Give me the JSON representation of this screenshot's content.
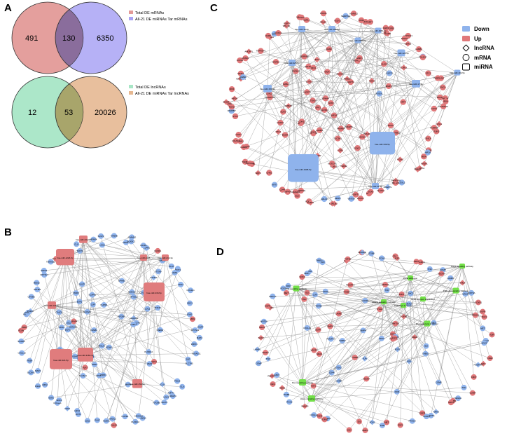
{
  "panels": {
    "a": "A",
    "b": "B",
    "c": "C",
    "d": "D"
  },
  "venn_mrna": {
    "left_only": "491",
    "overlap": "130",
    "right_only": "6350",
    "legend_left": "Total DE mRNAs",
    "legend_right": "All-21 DE miRNAs Tar mRNAs",
    "color_left": "#e39a98",
    "color_right": "#a9a3f4"
  },
  "venn_lncrna": {
    "left_only": "12",
    "overlap": "53",
    "right_only": "20026",
    "legend_left": "Total DE lncRNAs",
    "legend_right": "All-21 DE miRNAs Tar lncRNAs",
    "color_left": "#a8e6c6",
    "color_right": "#e6b892"
  },
  "legend_c": {
    "down": "Down",
    "up": "Up",
    "lncrna": "lncRNA",
    "mrna": "mRNA",
    "mirna": "miRNA",
    "down_color": "#8fb3ec",
    "up_color": "#e0787a"
  },
  "network_b": {
    "mirnas": [
      "hsa-miR-1226-5p",
      "hsa-miR-432-5p",
      "hsa-miR-218-5p",
      "hsa-miR-4488",
      "hsa-miR-210-3p",
      "hsa-miR-421-5p",
      "hsa-miR-3184-3p",
      "hsa-miR-129-5p",
      "hsa-miR-154-5p"
    ],
    "genes": [
      "DPYSL3",
      "WIPF1",
      "TBXAS11",
      "JUP",
      "SLC7A5",
      "POLM",
      "CLU",
      "TUFT1",
      "MFAP4",
      "SULT2",
      "LOC1",
      "KIF26B",
      "CDKN1",
      "ADAM10",
      "PLXDC2",
      "NUPR1",
      "CALD1",
      "SMOC2",
      "KCNK1",
      "PLAT",
      "LOC2",
      "DOT1",
      "HES1",
      "CPA4",
      "COL1A1",
      "SDC1",
      "EVA1",
      "LBX2",
      "GSAP",
      "MAP4",
      "SLC6A1",
      "PDE4",
      "CXCL12",
      "SCARB",
      "ITGAV",
      "PRR5",
      "FAM81",
      "STON2",
      "ZNF46",
      "CPXM2",
      "EPHB3",
      "MEIS2"
    ]
  },
  "network_c": {
    "mirnas": [
      "hsa-miR-19-5p",
      "hsa-miR-18a-5p",
      "hsa-miR-196b-5p",
      "hsa-miR-196b-3p",
      "hsa-miR-122-5p",
      "hsa-miR-17-5p",
      "hsa-miR-182-5p",
      "hsa-miR-625-5p",
      "hsa-miR-150-5p",
      "hsa-miR-1908-5p",
      "hsa-miR-339-5p",
      "hsa-miR-25-3p"
    ],
    "genes": [
      "GLIS1",
      "STC1",
      "PARPBP",
      "PLIN2",
      "SNCA",
      "BCOR",
      "HIF1A",
      "IRX4",
      "ADAMTS1",
      "NR2F1",
      "RAB20",
      "LOXL2",
      "MKNK2",
      "TNFRSF6",
      "ANGPTL",
      "SLC5A1",
      "DAB2",
      "SOX9",
      "FOXC1",
      "WNT5A",
      "GSPT2",
      "MMP1",
      "ITGA2",
      "IL1RL1",
      "ARL4C",
      "PODXL",
      "FGFR1",
      "ELN",
      "SERPINE",
      "ADAM12",
      "ZNF404",
      "CD44",
      "KRT7",
      "CHN1",
      "SPP1",
      "LGR5",
      "TGFB2",
      "NOTCH3",
      "EPHA4",
      "CDH11",
      "LAMB1",
      "COL5A1"
    ]
  },
  "network_d": {
    "pathways": [
      "Wnt signaling pathway",
      "Focal adhesion",
      "ECM-receptor interaction",
      "PI3K-Akt signaling pathway",
      "Proteoglycans in cancer",
      "Pathways in cancer",
      "MAPK signaling pathway",
      "Rap1 signaling pathway",
      "Ras signaling pathway",
      "Hippo signaling pathway"
    ],
    "genes": [
      "ITGA2",
      "CDH2",
      "IGF1",
      "PDGFRA",
      "FZD7",
      "TNC",
      "COMP",
      "VEGFA",
      "LAMB1",
      "SHC3",
      "NRAS",
      "WNT5A",
      "CCND1",
      "EGFR",
      "PRKCA",
      "FGF2",
      "MET",
      "KDR",
      "SOX2",
      "BMP4",
      "ID2",
      "JUN",
      "THBS2",
      "CD44",
      "TGFB2",
      "CXCL12",
      "SMAD3",
      "ITGB8"
    ]
  }
}
